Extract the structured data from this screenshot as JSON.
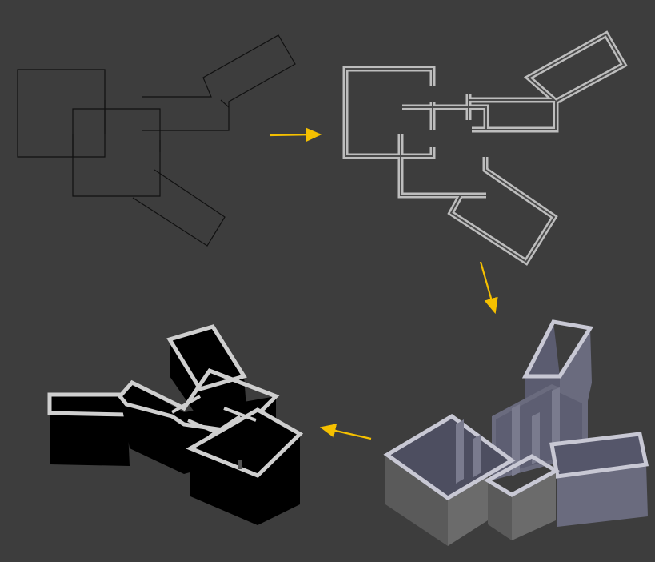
{
  "diagram": {
    "stages": [
      {
        "id": "stage-1",
        "description_key": "line-sketch"
      },
      {
        "id": "stage-2",
        "description_key": "wall-outline"
      },
      {
        "id": "stage-3",
        "description_key": "extruded-walls-shaded"
      },
      {
        "id": "stage-4",
        "description_key": "extruded-walls-silhouette"
      }
    ],
    "colors": {
      "background": "#3d3d3d",
      "sketch_line": "#111111",
      "outline_stroke": "#bdbdbd",
      "outline_inner": "#505050",
      "arrow": "#f5c000",
      "wall_top": "#c8c8d4",
      "wall_side_light": "#6a6b7e",
      "wall_side_dark": "#55566a",
      "wall_side_front": "#5e5e5e",
      "silhouette_fill": "#000000",
      "silhouette_rim": "#cfcfcf"
    },
    "arrows": [
      {
        "id": "arrow-1-to-2",
        "icon": "arrow-right-icon"
      },
      {
        "id": "arrow-2-to-3",
        "icon": "arrow-down-icon"
      },
      {
        "id": "arrow-3-to-4",
        "icon": "arrow-left-icon"
      }
    ]
  }
}
